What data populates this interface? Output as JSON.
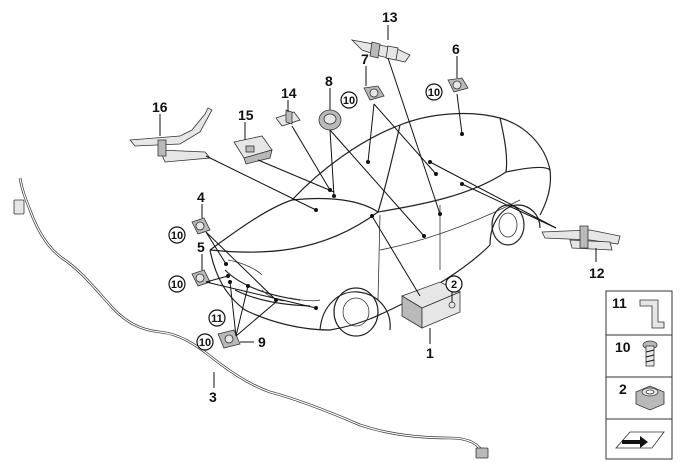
{
  "parts": {
    "p1": "1",
    "p2": "2",
    "p3": "3",
    "p4": "4",
    "p5": "5",
    "p6": "6",
    "p7": "7",
    "p8": "8",
    "p9": "9",
    "p11": "11",
    "p12": "12",
    "p13": "13",
    "p14": "14",
    "p15": "15",
    "p16": "16"
  },
  "circled": {
    "c10_7": "10",
    "c10_6": "10",
    "c10_4": "10",
    "c10_5": "10",
    "c10_9": "10",
    "c11_9": "11",
    "c2_1": "2"
  },
  "legend": {
    "item1": "11",
    "item2": "10",
    "item3": "2"
  }
}
